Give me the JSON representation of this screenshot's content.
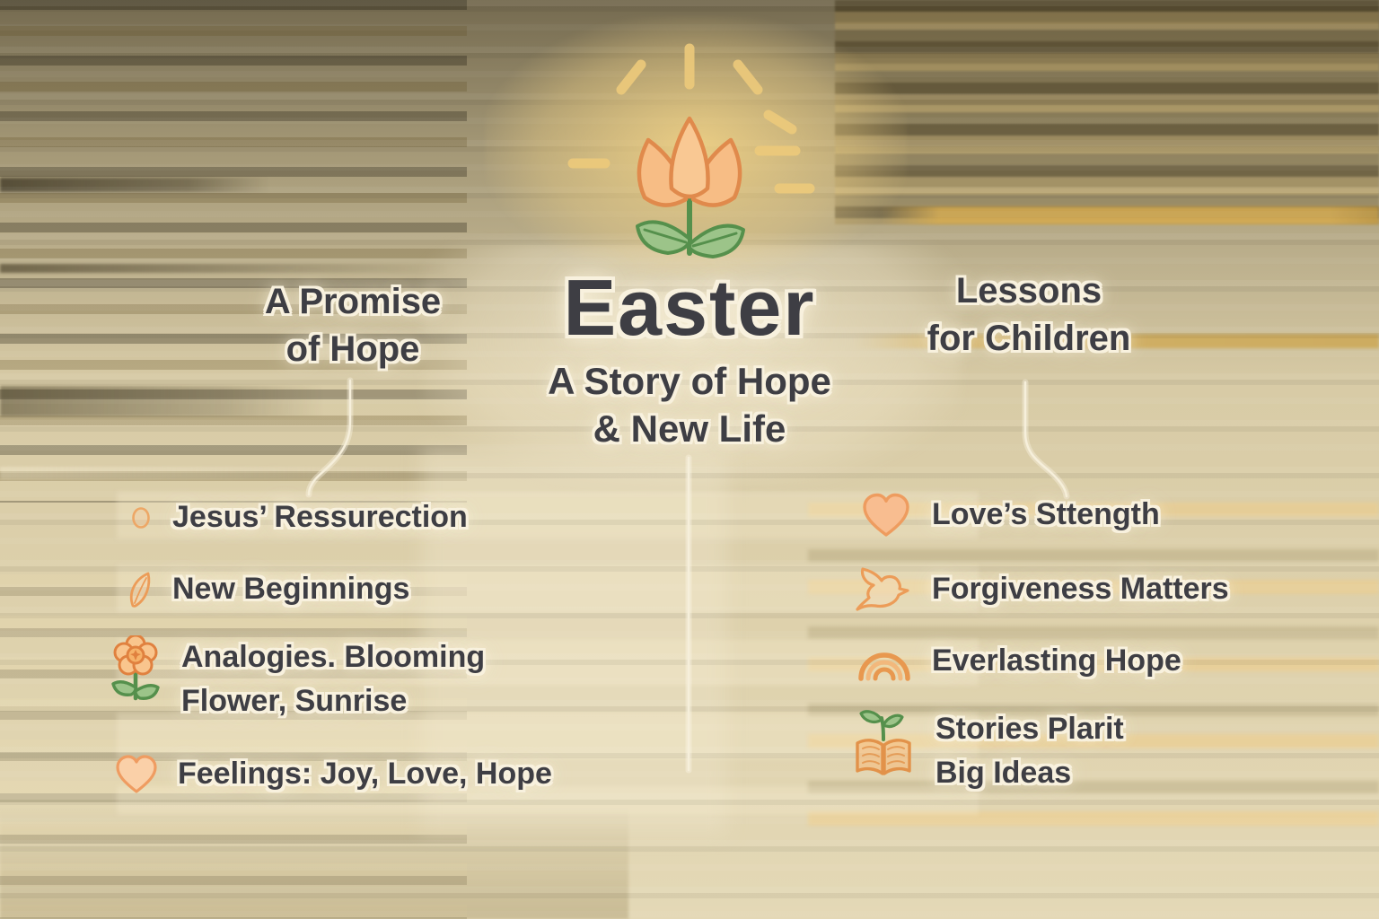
{
  "colors": {
    "accent_orange": "#e08a4c",
    "peach_fill": "#f8c492",
    "green": "#5c9454",
    "leaf_green": "#9cc489",
    "sun_yellow": "#edca7b",
    "text_ink": "#3e3e44",
    "text_outline_cream": "#f8f1de",
    "connector_line": "#f6efdb",
    "bg_dark_brown": "#3e341b",
    "bg_gold": "#b59c5f",
    "bg_beige": "#e6dcbe"
  },
  "center": {
    "title": "Easter",
    "subtitle_line1": "A Story of Hope",
    "subtitle_line2": "& New Life",
    "icon": "tulip-sun-icon"
  },
  "left_branch": {
    "heading_line1": "A Promise",
    "heading_line2": "of Hope",
    "items": [
      {
        "icon": "egg-icon",
        "label": "Jesus’ Ressurection"
      },
      {
        "icon": "leaf-icon",
        "label": "New Beginnings"
      },
      {
        "icon": "flower-icon",
        "label_line1": "Analogies. Blooming",
        "label_line2": "Flower, Sunrise"
      },
      {
        "icon": "heart-outline-icon",
        "label": "Feelings: Joy, Love, Hope"
      }
    ]
  },
  "right_branch": {
    "heading_line1": "Lessons",
    "heading_line2": "for Children",
    "items": [
      {
        "icon": "heart-icon",
        "label": "Love’s Sttength"
      },
      {
        "icon": "dove-icon",
        "label": "Forgiveness Matters"
      },
      {
        "icon": "rainbow-icon",
        "label": "Everlasting Hope"
      },
      {
        "icon": "book-sprout-icon",
        "label_line1": "Stories Plarit",
        "label_line2": "Big Ideas"
      }
    ]
  }
}
